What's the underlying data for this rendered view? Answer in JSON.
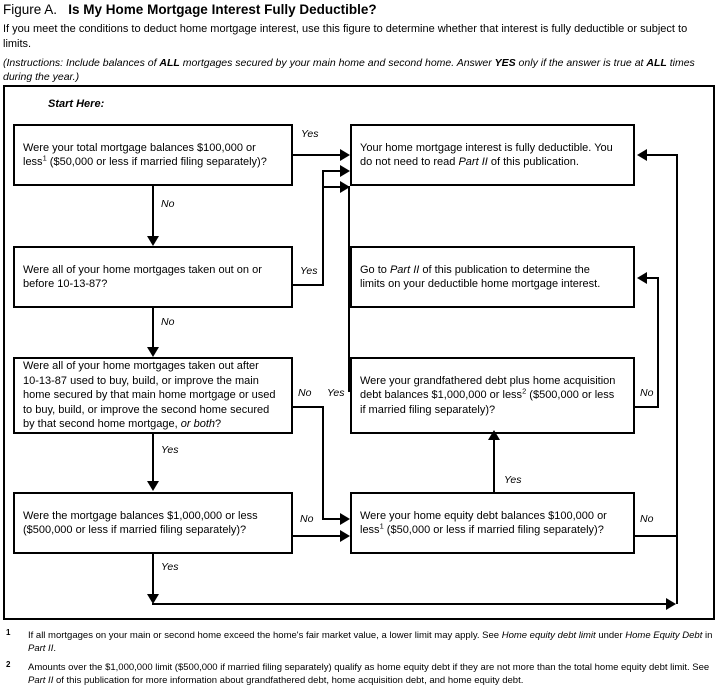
{
  "header": {
    "figure_label": "Figure A.",
    "figure_question": "Is My Home Mortgage Interest Fully Deductible?",
    "intro": "If you meet the conditions to deduct home mortgage interest, use this figure to determine whether that interest is fully deductible or subject to limits.",
    "instructions_pre": "(Instructions: Include balances of ",
    "instructions_all1": "ALL",
    "instructions_mid": " mortgages secured by your main home and second home. Answer ",
    "instructions_yes": "YES",
    "instructions_mid2": " only if the answer is true at ",
    "instructions_all2": "ALL",
    "instructions_post": " times during the year.)",
    "start_here": "Start Here:"
  },
  "nodes": {
    "q1": {
      "id": "total-mortgage-balances",
      "line1": "Were your total mortgage balances $100,000 or",
      "line2_pre": "less",
      "line2_sup": "1",
      "line2_post": " ($50,000 or less if married filing separately)?"
    },
    "q2": {
      "id": "mortgages-before-1987",
      "line1": "Were all of your home mortgages taken out on or",
      "line2": "before 10-13-87?"
    },
    "q3": {
      "id": "mortgages-after-1987-use",
      "line1": "Were all of your home mortgages taken out after",
      "line2": "10-13-87 used to buy, build, or improve the main",
      "line3": "home secured by that main home mortgage or used",
      "line4": "to buy, build, or improve the second home secured",
      "line5_pre": "by that second home mortgage, ",
      "line5_em": "or both",
      "line5_post": "?"
    },
    "q4": {
      "id": "mortgage-balances-1m",
      "line1": "Were the mortgage balances $1,000,000 or less",
      "line2": "($500,000 or less if married filing separately)?"
    },
    "q5": {
      "id": "grandfathered-plus-acquisition",
      "line1": "Were your grandfathered debt plus home acquisition",
      "line2_pre": "debt balances $1,000,000 or less",
      "line2_sup": "2",
      "line2_post": " ($500,000 or less",
      "line3": "if married filing separately)?"
    },
    "q6": {
      "id": "home-equity-debt-balances",
      "line1": "Were your home equity debt balances $100,000 or",
      "line2_pre": "less",
      "line2_sup": "1",
      "line2_post": " ($50,000 or less if married filing separately)?"
    },
    "r1": {
      "id": "fully-deductible-result",
      "line1": "Your home mortgage interest is fully deductible. You",
      "line2_pre": "do not need to read ",
      "line2_em": "Part II",
      "line2_post": " of this publication."
    },
    "r2": {
      "id": "go-to-part-ii-result",
      "line1_pre": "Go to ",
      "line1_em": "Part II",
      "line1_post": " of this publication to determine the",
      "line2": "limits on your deductible home mortgage interest."
    }
  },
  "edges": {
    "q1_yes": "Yes",
    "q1_no": "No",
    "q2_yes": "Yes",
    "q2_no": "No",
    "q3_no": "No",
    "q3_yes": "Yes",
    "q4_no": "No",
    "q4_yes": "Yes",
    "q5_yes": "Yes",
    "q5_no": "No",
    "q6_yes": "Yes",
    "q6_no": "No"
  },
  "footnotes": [
    {
      "marker": "1",
      "pre": "If all mortgages on your main or second home exceed the home's fair market value, a lower limit may apply. See ",
      "em1": "Home equity debt limit",
      "mid": " under ",
      "em2": "Home Equity Debt",
      "mid2": " in ",
      "em3": "Part II",
      "post": "."
    },
    {
      "marker": "2",
      "pre": "Amounts over the $1,000,000 limit ($500,000 if married filing separately) qualify as home equity debt if they are not more than the total home equity debt limit. See ",
      "em1": "Part II",
      "post": " of this publication for more information about grandfathered debt, home acquisition debt, and home equity debt."
    }
  ]
}
